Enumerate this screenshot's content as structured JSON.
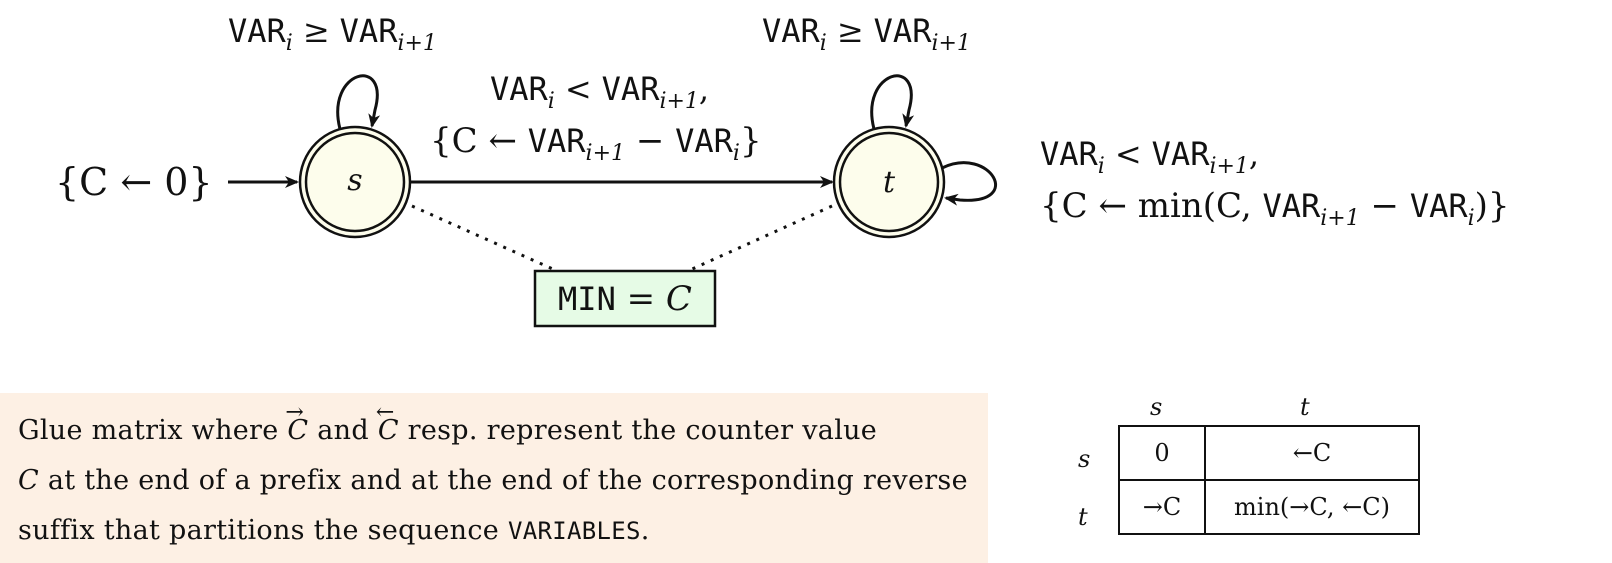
{
  "automaton": {
    "start_label": "{C ← 0}",
    "states": [
      {
        "name": "s",
        "kind": "accepting"
      },
      {
        "name": "t",
        "kind": "accepting"
      }
    ],
    "loop_s_label": {
      "var_i": "VAR",
      "sub_i": "i",
      "op": "≥",
      "var_j": "VAR",
      "sub_j": "i+1"
    },
    "loop_t_label": {
      "var_i": "VAR",
      "sub_i": "i",
      "op": "≥",
      "var_j": "VAR",
      "sub_j": "i+1"
    },
    "edge_st_label": {
      "line1": {
        "var_i": "VAR",
        "sub_i": "i",
        "op": "<",
        "var_j": "VAR",
        "sub_j": "i+1",
        "tail": ","
      },
      "line2": {
        "open": "{C ← ",
        "var_j": "VAR",
        "sub_j": "i+1",
        "minus": " − ",
        "var_i": "VAR",
        "sub_i": "i",
        "close": "}"
      }
    },
    "loop_t_right_label": {
      "line1": {
        "var_i": "VAR",
        "sub_i": "i",
        "op": "<",
        "var_j": "VAR",
        "sub_j": "i+1",
        "tail": ","
      },
      "line2": {
        "open": "{C ← min(C, ",
        "var_j": "VAR",
        "sub_j": "i+1",
        "minus": " − ",
        "var_i": "VAR",
        "sub_i": "i",
        "close": ")}"
      }
    },
    "final_box": {
      "mono": "MIN",
      "rest": " = C"
    }
  },
  "caption": {
    "p1": "Glue matrix where ",
    "sym": "C",
    "right_arrow": "→",
    "left_arrow": "←",
    "p2": " and ",
    "p3": " resp. represent the counter value",
    "p4": " at the end of a prefix and at the end of the corresponding reverse suffix that partitions the sequence ",
    "mono": "VARIABLES",
    "p5": "."
  },
  "glue_matrix": {
    "col_headers": [
      "s",
      "t"
    ],
    "row_headers": [
      "s",
      "t"
    ],
    "cells": [
      [
        "0",
        "←C"
      ],
      [
        "→C",
        "min(→C, ←C)"
      ]
    ]
  },
  "colors": {
    "state_fill": "#fdfdec",
    "final_fill": "#e6fbe6",
    "caption_bg": "#fdf0e4",
    "ink": "#111111"
  }
}
